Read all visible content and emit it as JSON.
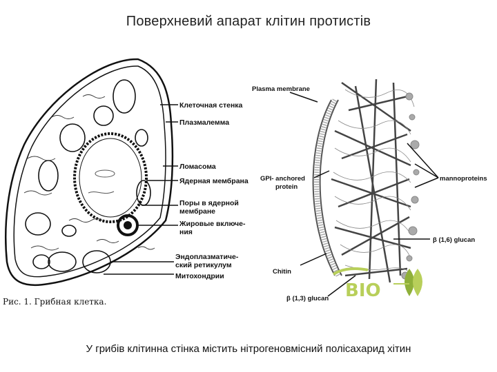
{
  "title": "Поверхневий апарат клітин протистів",
  "caption": "У грибів клітинна стінка містить нітрогеновмісний полісахарид хітин",
  "cell_figure": {
    "labels": {
      "cell_wall": "Клеточная стенка",
      "plasmalemma": "Плазмалемма",
      "lomasome": "Ломасома",
      "nuclear_membrane": "Ядерная мембрана",
      "pores_1": "Поры в ядерной",
      "pores_2": "мембране",
      "lipid_1": "Жировые включе-",
      "lipid_2": "ния",
      "er_1": "Эндоплазматиче-",
      "er_2": "ский ретикулум",
      "mitochondria": "Митохондрии"
    },
    "figure_caption": "Рис. 1. Грибная клетка."
  },
  "wall_figure": {
    "labels": {
      "plasma_membrane": "Plasma membrane",
      "gpi_1": "GPI- anchored",
      "gpi_2": "protein",
      "mannoproteins": "mannoproteins",
      "glucan16": "β (1,6) glucan",
      "chitin": "Chitin",
      "glucan13": "β (1,3) glucan"
    },
    "logo_text": "BIO"
  },
  "colors": {
    "ink": "#111111",
    "wall_gray": "#777777",
    "logo_green": "#b8cf5a",
    "logo_dark": "#8fb03a"
  }
}
